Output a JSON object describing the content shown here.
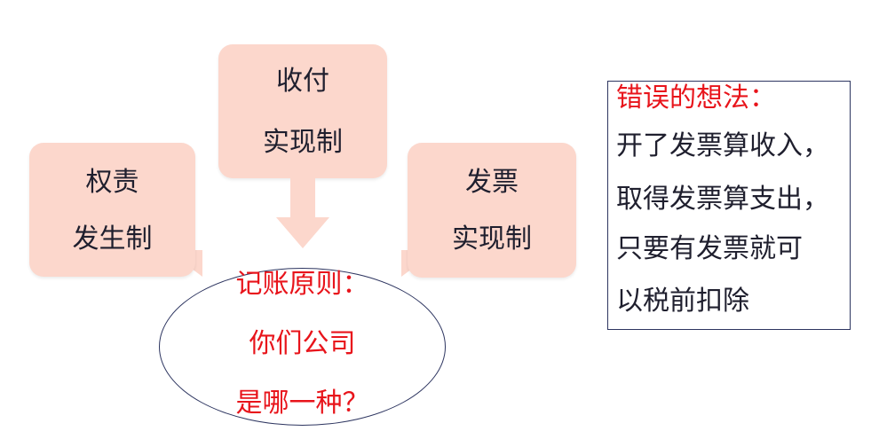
{
  "left_card": {
    "line1": "权责",
    "line2": "发生制"
  },
  "top_card": {
    "line1": "收付",
    "line2": "实现制"
  },
  "right_card": {
    "line1": "发票",
    "line2": "实现制"
  },
  "ellipse": {
    "line1": "记账原则：",
    "line2": "你们公司",
    "line3": "是哪一种？"
  },
  "wrong_box": {
    "title": "错误的想法：",
    "lines": [
      "开了发票算收入，",
      "取得发票算支出，",
      "只要有发票就可",
      "以税前扣除"
    ]
  },
  "colors": {
    "card_fill": "#fcd7cc",
    "accent_red": "#e8141b",
    "border": "#2d3560",
    "text": "#1f1f2e"
  }
}
